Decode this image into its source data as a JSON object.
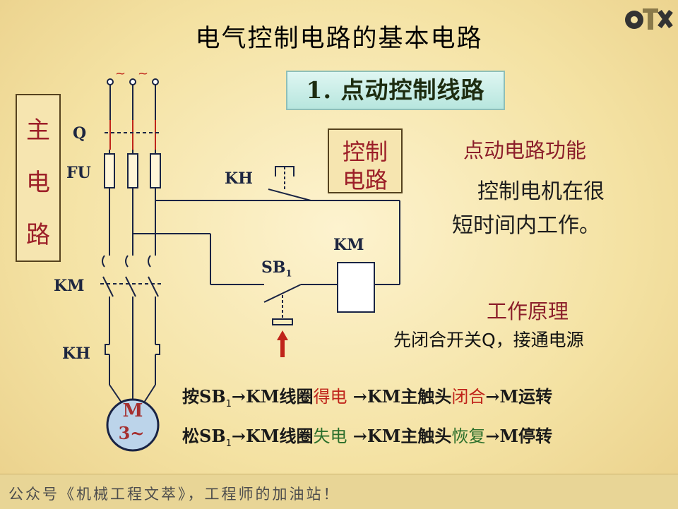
{
  "title": "电气控制电路的基本电路",
  "section_title": "1. 点动控制线路",
  "main_circuit_chars": [
    "主",
    "电",
    "路"
  ],
  "control_circuit_chars": [
    "控制",
    "电路"
  ],
  "labels": {
    "q": "Q",
    "fu": "FU",
    "km_main": "KM",
    "kh_main": "KH",
    "kh_ctrl": "KH",
    "km_coil": "KM",
    "sb": "SB",
    "sb_sub": "1",
    "motor_m": "M",
    "motor_3": "3~",
    "tilde": "~"
  },
  "function": {
    "title": "点动电路功能",
    "line1": "控制电机在很",
    "line2": "短时间内工作。"
  },
  "principle": {
    "title": "工作原理",
    "line": "先闭合开关Q，接通电源"
  },
  "press_row": {
    "prefix": "按SB",
    "sub": "1",
    "arrow1": "→KM线圈",
    "state": "得电",
    "arrow2": " →KM主触头",
    "state2": "闭合",
    "end": "→M运转"
  },
  "release_row": {
    "prefix": "松SB",
    "sub": "1",
    "arrow1": "→KM线圈",
    "state": "失电",
    "arrow2": " →KM主触头",
    "state2": "恢复",
    "end": "→M停转"
  },
  "footer": "公众号《机械工程文萃》，工程师的加油站！",
  "colors": {
    "wire": "#1a2444",
    "fuse_red": "#c0241a",
    "motor_fill": "#bcd4ea",
    "motor_text": "#a52f2f"
  }
}
